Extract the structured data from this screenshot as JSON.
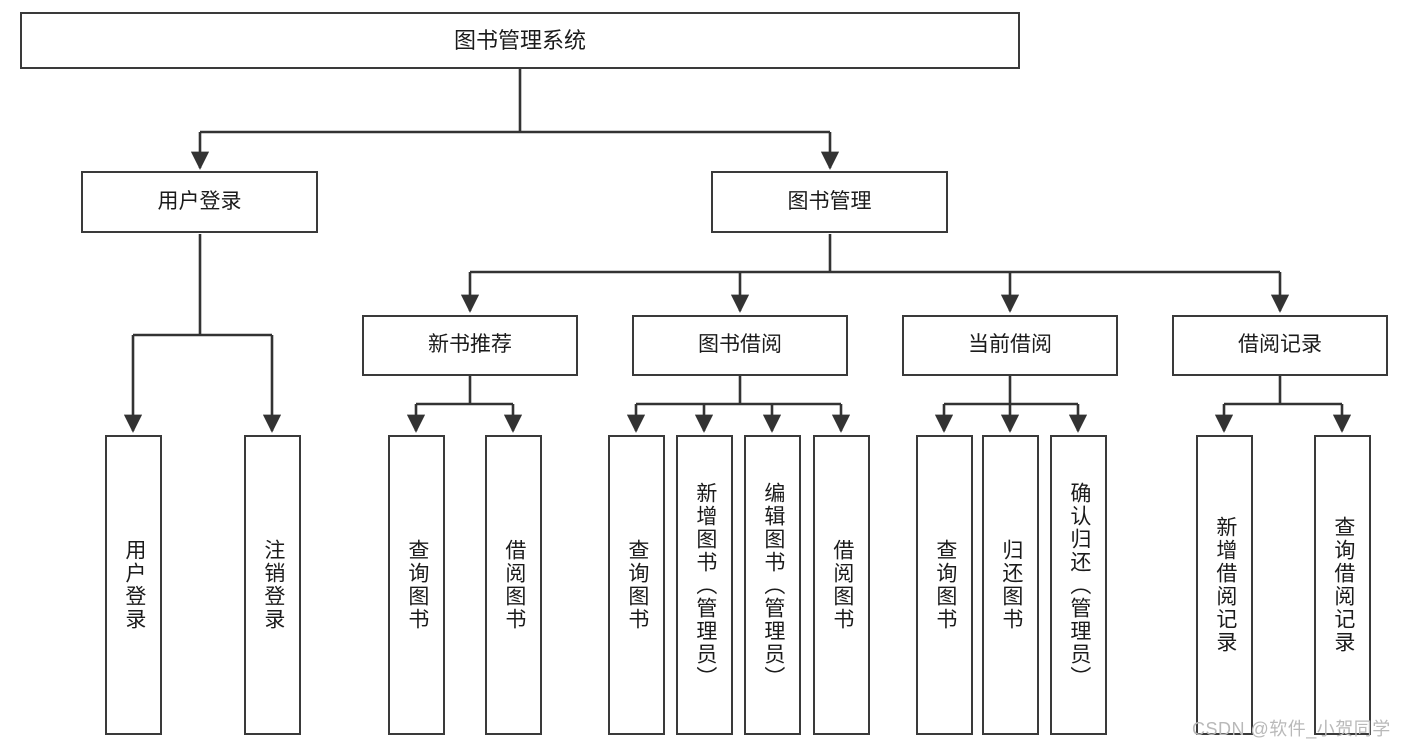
{
  "diagram": {
    "type": "tree",
    "title": "图书管理系统",
    "orientation": "top-down",
    "colors": {
      "background": "#ffffff",
      "box_border": "#3a3a3a",
      "box_fill": "#ffffff",
      "edge": "#333333",
      "text": "#1b1b1b",
      "watermark": "#b9b9b9"
    },
    "root": {
      "label": "图书管理系统"
    },
    "level2": [
      {
        "label": "用户登录"
      },
      {
        "label": "图书管理"
      }
    ],
    "level3": [
      {
        "label": "新书推荐"
      },
      {
        "label": "图书借阅"
      },
      {
        "label": "当前借阅"
      },
      {
        "label": "借阅记录"
      }
    ],
    "leaves": {
      "user_login": [
        {
          "label": "用户登录"
        },
        {
          "label": "注销登录"
        }
      ],
      "new_book_recommend": [
        {
          "label": "查询图书"
        },
        {
          "label": "借阅图书"
        }
      ],
      "book_borrow": [
        {
          "label": "查询图书"
        },
        {
          "label": "新增图书（管理员）"
        },
        {
          "label": "编辑图书（管理员）"
        },
        {
          "label": "借阅图书"
        }
      ],
      "current_borrow": [
        {
          "label": "查询图书"
        },
        {
          "label": "归还图书"
        },
        {
          "label": "确认归还（管理员）"
        }
      ],
      "borrow_record": [
        {
          "label": "新增借阅记录"
        },
        {
          "label": "查询借阅记录"
        }
      ]
    }
  },
  "watermark": {
    "text": "CSDN @软件_小贺同学"
  }
}
